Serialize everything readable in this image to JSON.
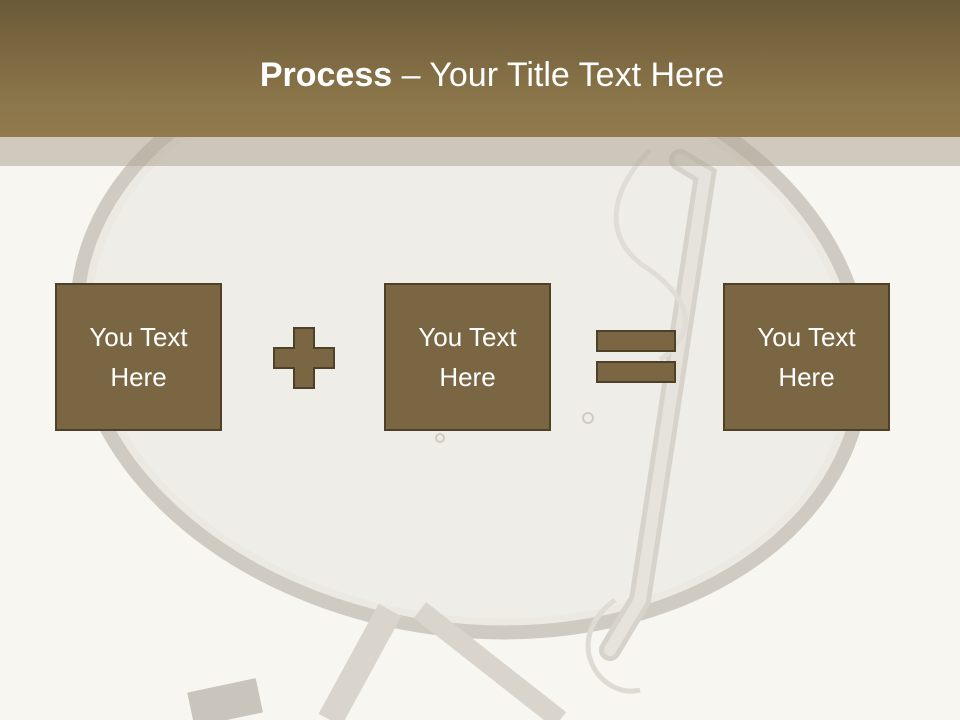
{
  "slide": {
    "title_bold": "Process",
    "title_rest": " – Your Title Text Here",
    "boxes": [
      {
        "text": "You Text Here"
      },
      {
        "text": "You Text Here"
      },
      {
        "text": "You Text Here"
      }
    ],
    "operators": [
      "plus-icon",
      "equals-icon"
    ]
  },
  "colors": {
    "title_bar": "#8a7449",
    "box_fill": "#7a6642",
    "box_border": "#4f4128",
    "background": "#f7f6f1"
  }
}
